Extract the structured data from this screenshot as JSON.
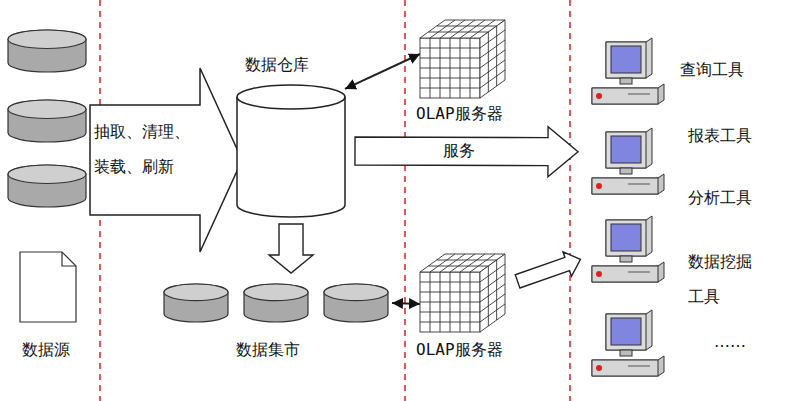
{
  "diagram": {
    "nodes": [
      {
        "text": [
          "抽取、清理、装载、刷新"
        ]
      },
      {
        "text": [
          "数据仓库"
        ]
      },
      {
        "text": [
          "OLAP服务器"
        ]
      },
      {
        "text": [
          "数据集市"
        ]
      },
      {
        "text": [
          "OLAP服务器"
        ]
      },
      {
        "text": [
          "查询工具"
        ]
      },
      {
        "text": [
          "报表工具",
          "分析工具"
        ]
      },
      {
        "text": [
          "数据挖掘 工具"
        ]
      },
      {
        "text": [
          "……"
        ]
      }
    ],
    "edges": [
      {
        "from": 1,
        "to": 2,
        "arrow": "both"
      },
      {
        "from": 1,
        "to": 3,
        "arrow": "to"
      },
      {
        "from": 1,
        "to": 6,
        "label": "服务",
        "arrow": "to"
      },
      {
        "from": 3,
        "to": 4,
        "arrow": "both"
      },
      {
        "from": 4,
        "to": 7,
        "arrow": "to"
      }
    ],
    "labels": [
      "数据源"
    ]
  }
}
